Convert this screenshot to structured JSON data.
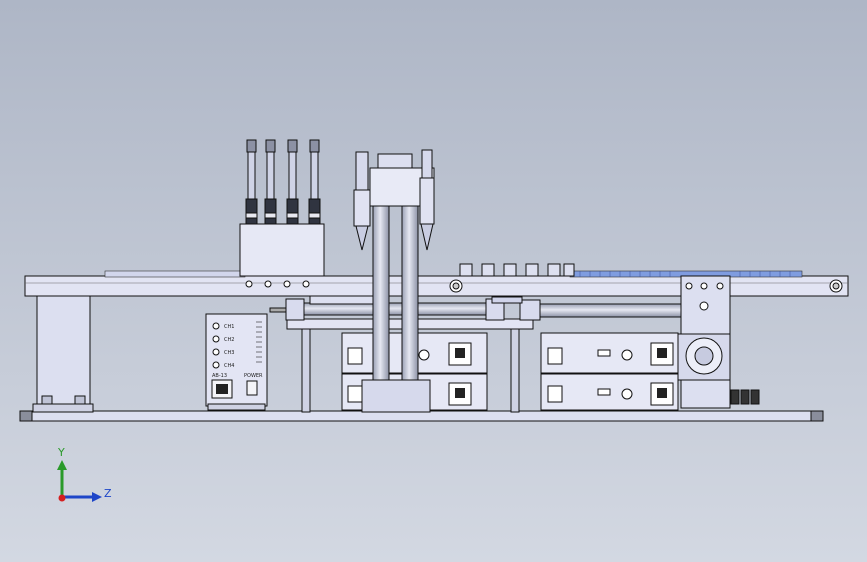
{
  "view": {
    "background_top": "#aeb6c6",
    "background_bottom": "#d3d8e2"
  },
  "machine": {
    "controller_labels": {
      "ch1": "CH1",
      "ch2": "CH2",
      "ch3": "CH3",
      "ch4": "CH4",
      "power": "AB-13",
      "switch": "POWER"
    }
  },
  "triad": {
    "y_label": "Y",
    "z_label": "Z",
    "y_color": "#2a9a2a",
    "z_color": "#1e46c8",
    "x_color": "#d42020"
  }
}
